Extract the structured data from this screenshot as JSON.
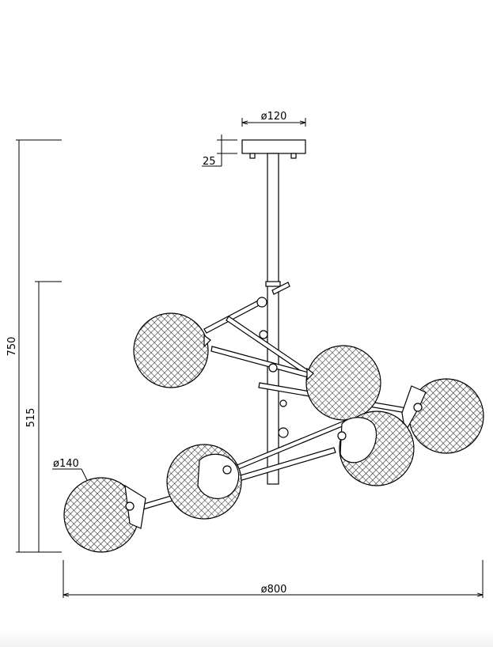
{
  "dimensions": {
    "canopy_diameter": "ø120",
    "canopy_height": "25",
    "total_height": "750",
    "body_height": "515",
    "globe_diameter": "ø140",
    "total_width": "ø800"
  },
  "globe_count": 6
}
